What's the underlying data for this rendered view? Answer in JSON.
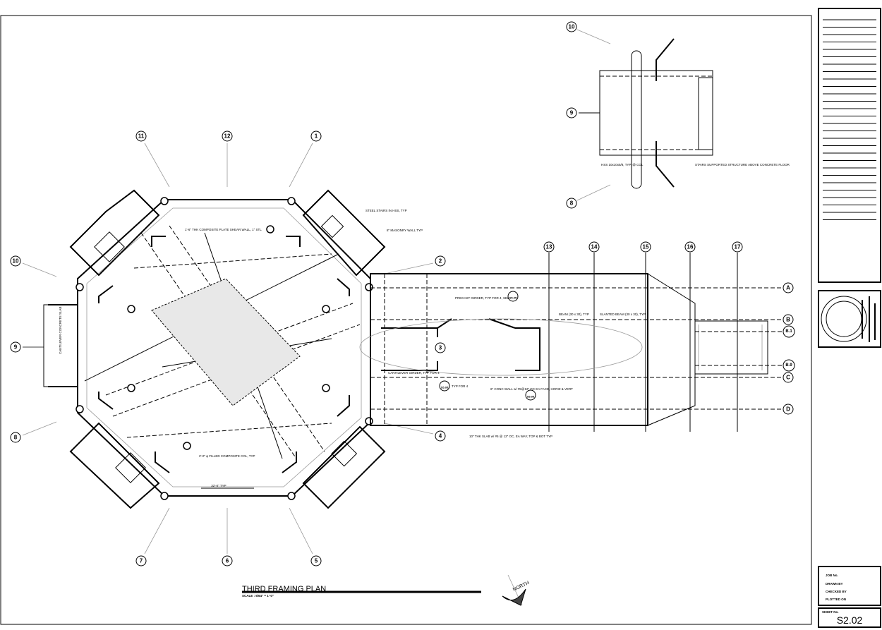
{
  "sheet": {
    "title": "THIRD FRAMING PLAN",
    "scale": "SCALE : 5/64\" = 1'-0\"",
    "north_label": "NORTH",
    "sheet_number": "S2.02",
    "sheet_no_label": "SHEET No."
  },
  "grid_bubbles": {
    "octagon": [
      "11",
      "12",
      "1",
      "10",
      "9",
      "8",
      "7",
      "6",
      "5",
      "2",
      "3",
      "4"
    ],
    "bridge_columns": [
      "13",
      "14",
      "15",
      "16",
      "17"
    ],
    "bridge_rows": [
      "A",
      "B",
      "B.1",
      "B.9",
      "C",
      "D"
    ],
    "keyplan": [
      "10",
      "9",
      "8"
    ]
  },
  "notes": {
    "precast_girder": "PRECAST GIRDER, TYP FOR 4, SEE",
    "beam_typ": "BEAM (30 x 30), TYP",
    "slanted_beam": "SLANTED BEAM (30 x 30), TYP",
    "cantilever_girder": "CANTILEVER GIRDER, TYP FOR 4",
    "typ_for_4": "TYP FOR 4",
    "conc_wall": "6\" CONC WALL w/ #5@12\" OC EA FACE, HORIZ & VERT",
    "slab": "10\" THK SLAB w/ #5 @ 12\" OC, EA WAY, TOP & BOT TYP",
    "cantilever_slab": "CANTILEVER CONCRETE SLAB",
    "steel_stairs": "STEEL STAIRS IN HSS, TYP",
    "masonry_wall": "8\" MASONRY WALL TYP",
    "composite_wall": "1'-6\" THK COMPOSITE PLATE SHEAR WALL, 1\" STL",
    "filled_col": "2'-0\" φ FILLED COMPOSITE COL, TYP",
    "hss": "HSS 10x10x5/8, TYP, @ COL",
    "stairs_supported": "STAIRS SUPPORTED STRUCTURE ABOVE CONCRETE FLOOR",
    "dim": "32'-0\" TYP",
    "see": "SEE"
  },
  "section_refs": [
    "S5.05",
    "S5.05",
    "S5.05"
  ],
  "title_block": {
    "labels": [
      "JOB No.",
      "DRAWN BY",
      "CHECKED BY",
      "PLOTTED ON"
    ],
    "values": [
      "",
      "",
      ""
    ]
  }
}
